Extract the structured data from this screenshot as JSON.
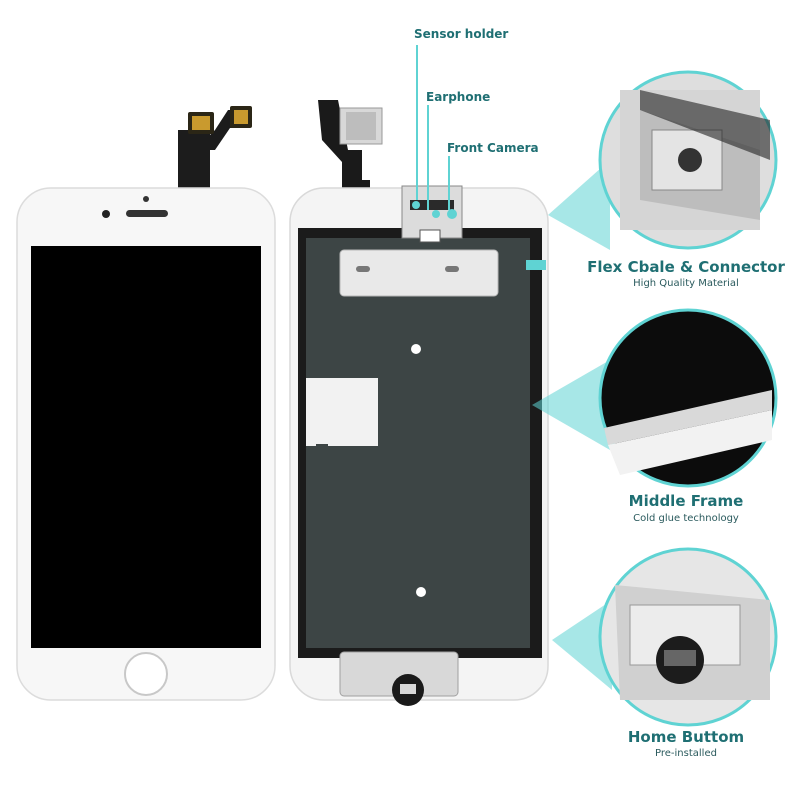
{
  "callouts": {
    "sensor_holder": "Sensor holder",
    "earphone": "Earphone",
    "front_camera": "Front Camera"
  },
  "features": [
    {
      "title": "Flex Cbale & Connector",
      "subtitle": "High Quality Material"
    },
    {
      "title": "Middle Frame",
      "subtitle": "Cold glue technology"
    },
    {
      "title": "Home Buttom",
      "subtitle": "Pre-installed"
    }
  ],
  "colors": {
    "accent": "#5fd3d3",
    "label_text": "#1f6f73",
    "screen_black": "#000000",
    "shield_gray": "#3d4545"
  }
}
